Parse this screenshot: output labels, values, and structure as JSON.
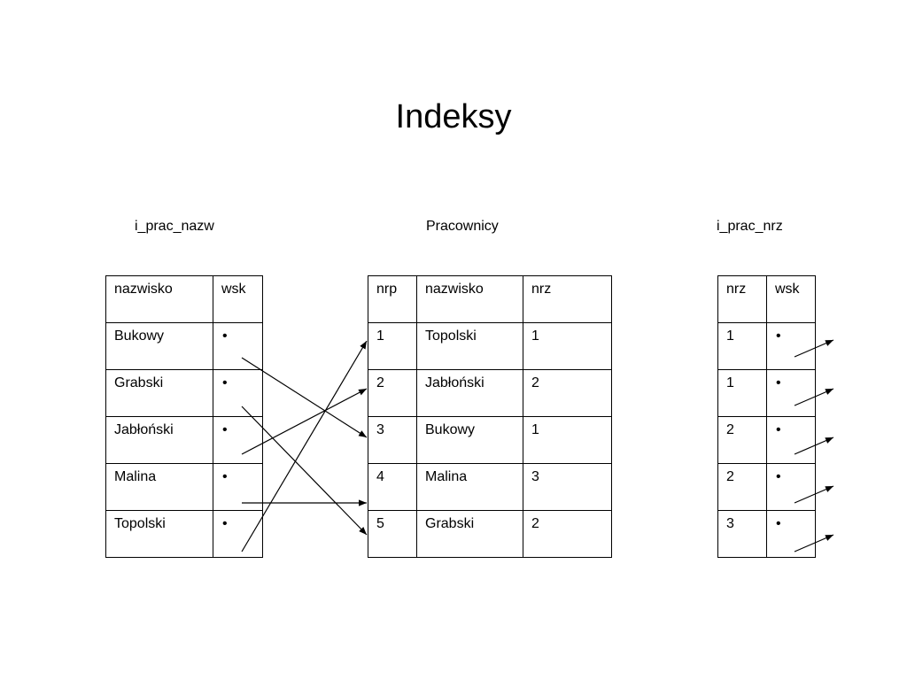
{
  "title": "Indeksy",
  "captions": {
    "left": "i_prac_nazw",
    "middle": "Pracownicy",
    "right": "i_prac_nrz"
  },
  "tables": {
    "i_prac_nazw": {
      "headers": [
        "nazwisko",
        "wsk"
      ],
      "rows": [
        [
          "Bukowy",
          "•"
        ],
        [
          "Grabski",
          "•"
        ],
        [
          "Jabłoński",
          "•"
        ],
        [
          "Malina",
          "•"
        ],
        [
          "Topolski",
          "•"
        ]
      ]
    },
    "pracownicy": {
      "headers": [
        "nrp",
        "nazwisko",
        "nrz"
      ],
      "rows": [
        [
          "1",
          "Topolski",
          "1"
        ],
        [
          "2",
          "Jabłoński",
          "2"
        ],
        [
          "3",
          "Bukowy",
          "1"
        ],
        [
          "4",
          "Malina",
          "3"
        ],
        [
          "5",
          "Grabski",
          "2"
        ]
      ]
    },
    "i_prac_nrz": {
      "headers": [
        "nrz",
        "wsk"
      ],
      "rows": [
        [
          "1",
          "•"
        ],
        [
          "1",
          "•"
        ],
        [
          "2",
          "•"
        ],
        [
          "2",
          "•"
        ],
        [
          "3",
          "•"
        ]
      ]
    }
  },
  "pointers": [
    {
      "from": "Bukowy",
      "to_nrp": "3"
    },
    {
      "from": "Grabski",
      "to_nrp": "5"
    },
    {
      "from": "Jabłoński",
      "to_nrp": "2"
    },
    {
      "from": "Malina",
      "to_nrp": "4"
    },
    {
      "from": "Topolski",
      "to_nrp": "1"
    }
  ]
}
